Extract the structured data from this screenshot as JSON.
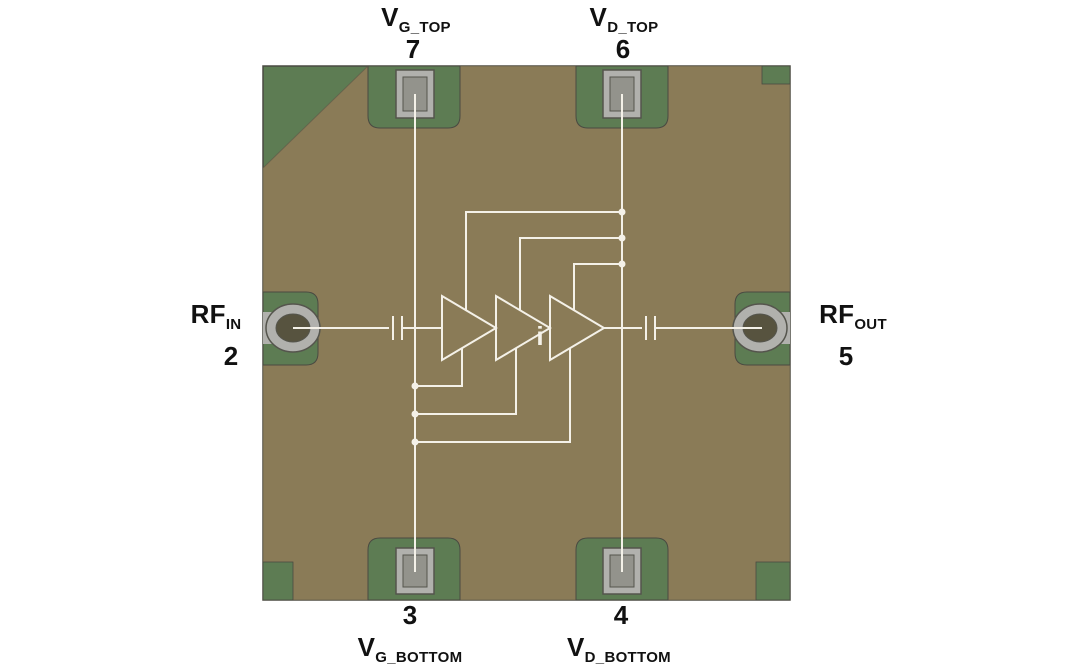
{
  "pins": {
    "vg_top": {
      "label": "V",
      "sub": "G_TOP",
      "number": "7"
    },
    "vd_top": {
      "label": "V",
      "sub": "D_TOP",
      "number": "6"
    },
    "rf_in": {
      "label": "RF",
      "sub": "IN",
      "number": "2"
    },
    "rf_out": {
      "label": "RF",
      "sub": "OUT",
      "number": "5"
    },
    "vg_bottom": {
      "label": "V",
      "sub": "G_BOTTOM",
      "number": "3"
    },
    "vd_bottom": {
      "label": "V",
      "sub": "D_BOTTOM",
      "number": "4"
    }
  },
  "schematic": {
    "current_label": "i",
    "amplifier_stages": 3
  },
  "colors": {
    "background": "#ffffff",
    "chip_body": "#8a7b57",
    "chip_green": "#5d7c53",
    "pad_gray": "#b1b1ad",
    "pad_inner_gray": "#93938c",
    "pad_hole_dark": "#57533f",
    "outline_dark": "#4a4a42",
    "schematic_white": "#f4f1e8",
    "label_black": "#111111"
  }
}
